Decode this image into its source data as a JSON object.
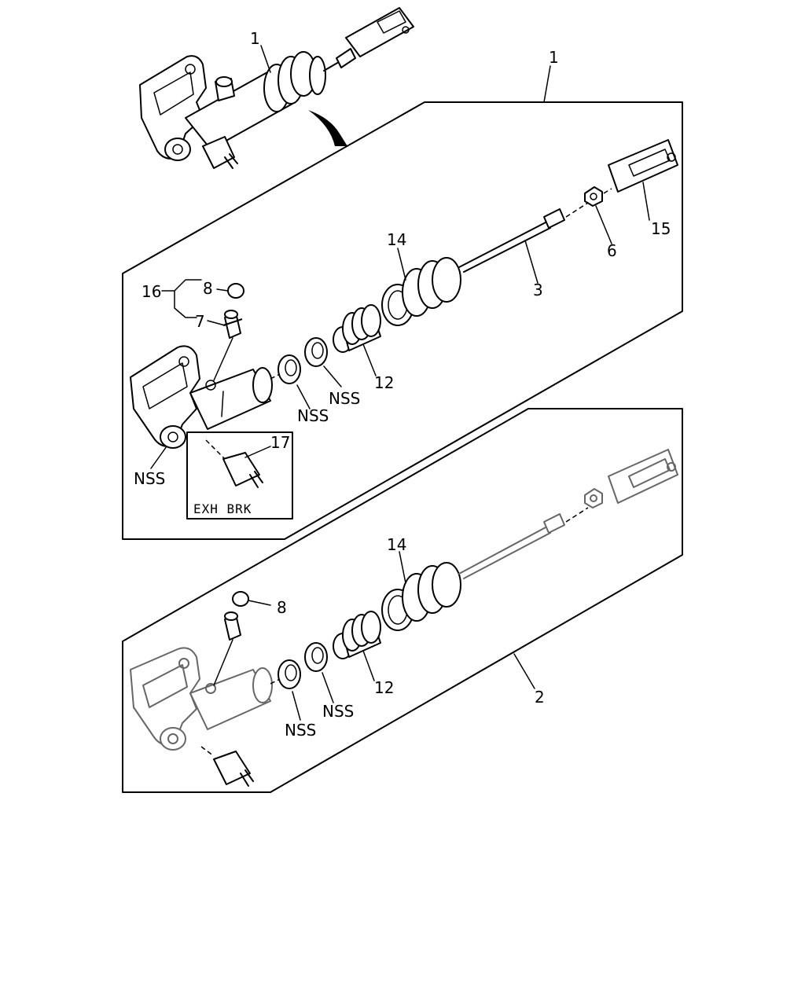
{
  "callouts": {
    "top_assembly": "1",
    "panel1_ref": "1",
    "panel2_ref": "2",
    "rod": "3",
    "nut": "6",
    "bleeder": "7",
    "cap": "8",
    "piston": "12",
    "boot": "14",
    "clevis": "15",
    "bleeder_kit": "16",
    "switch": "17",
    "nss_1": "NSS",
    "nss_2": "NSS",
    "nss_3": "NSS",
    "p2_boot": "14",
    "p2_piston": "12",
    "p2_cap": "8",
    "p2_nss_1": "NSS",
    "p2_nss_2": "NSS"
  },
  "inset": {
    "label": "EXH BRK"
  }
}
